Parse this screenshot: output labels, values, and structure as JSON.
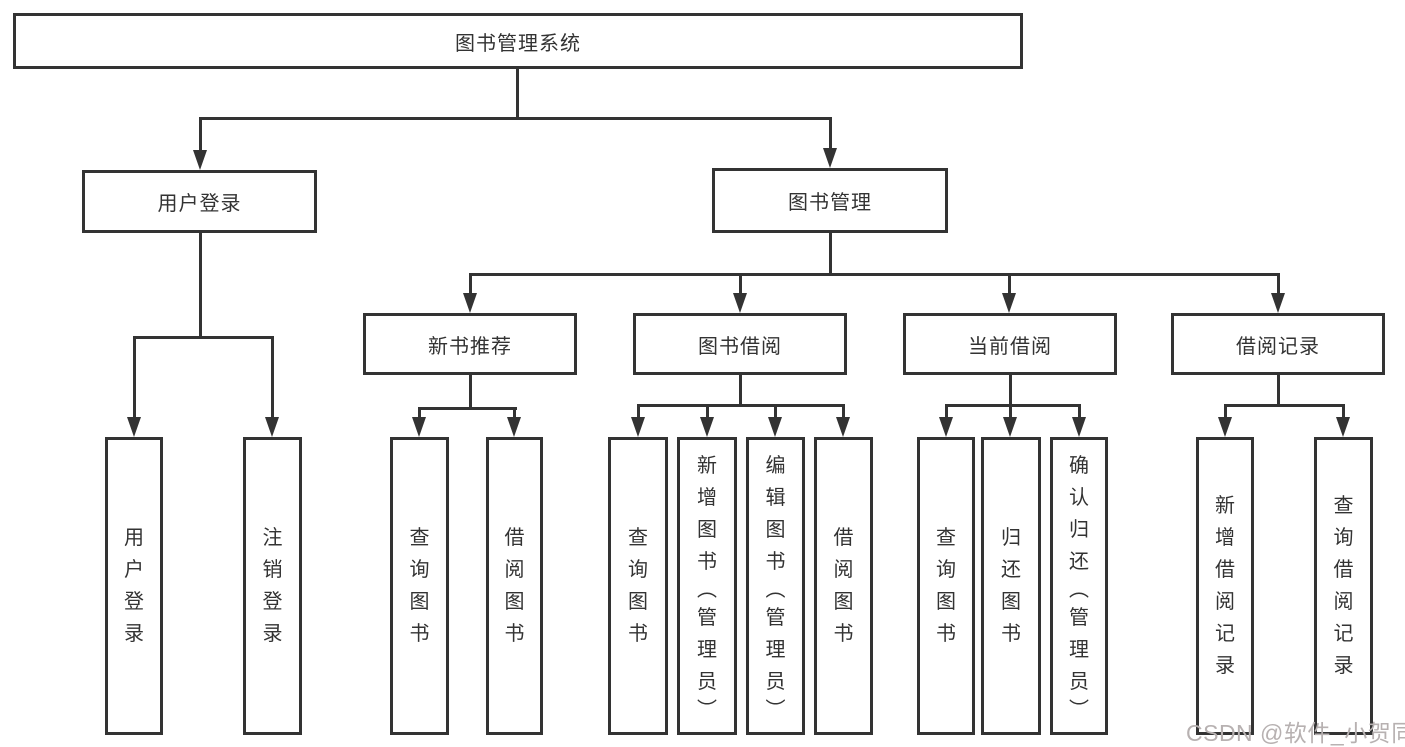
{
  "colors": {
    "line": "#333333",
    "box_border": "#333333",
    "text": "#333333",
    "background": "#ffffff",
    "watermark": "#b7b1b1"
  },
  "watermark": {
    "text": "CSDN @软件_小贺同学"
  },
  "nodes": {
    "root": {
      "label": "图书管理系统"
    },
    "user_login": {
      "label": "用户登录"
    },
    "book_mgmt": {
      "label": "图书管理"
    },
    "new_book_rec": {
      "label": "新书推荐"
    },
    "book_borrow": {
      "label": "图书借阅"
    },
    "current_borrow": {
      "label": "当前借阅"
    },
    "borrow_records": {
      "label": "借阅记录"
    },
    "leaf_user_login": {
      "label": "用户登录"
    },
    "leaf_logout": {
      "label": "注销登录"
    },
    "leaf_rec_query": {
      "label": "查询图书"
    },
    "leaf_rec_borrow": {
      "label": "借阅图书"
    },
    "leaf_bb_query": {
      "label": "查询图书"
    },
    "leaf_bb_add": {
      "label": "新增图书（管理员）"
    },
    "leaf_bb_edit": {
      "label": "编辑图书（管理员）"
    },
    "leaf_bb_borrow": {
      "label": "借阅图书"
    },
    "leaf_cb_query": {
      "label": "查询图书"
    },
    "leaf_cb_return": {
      "label": "归还图书"
    },
    "leaf_cb_confirm": {
      "label": "确认归还（管理员）"
    },
    "leaf_br_add": {
      "label": "新增借阅记录"
    },
    "leaf_br_query": {
      "label": "查询借阅记录"
    }
  }
}
